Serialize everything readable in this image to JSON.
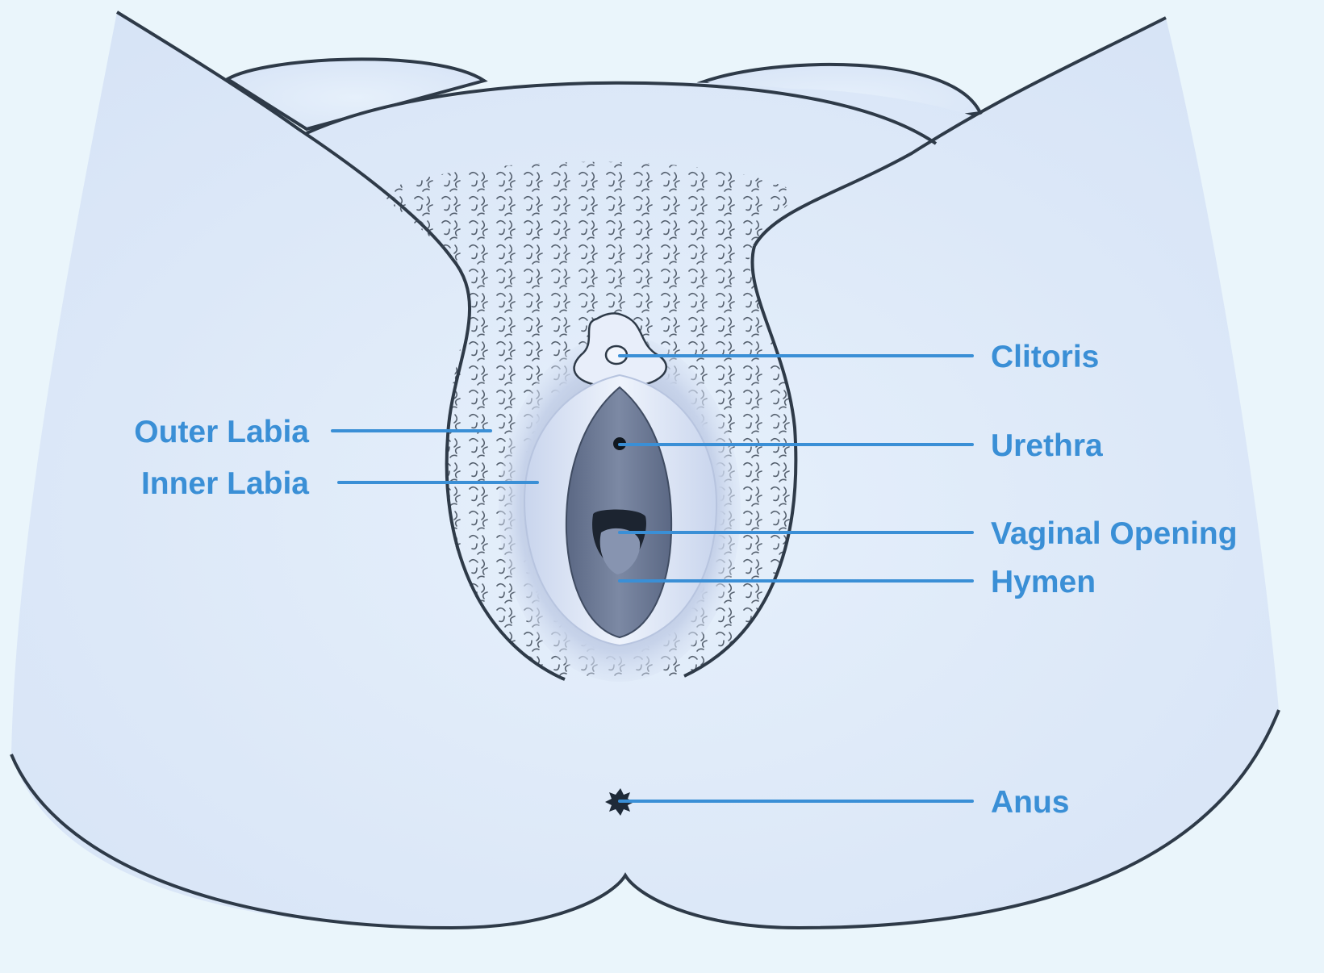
{
  "diagram": {
    "labels": {
      "clitoris": "Clitoris",
      "urethra": "Urethra",
      "vaginal_opening": "Vaginal Opening",
      "hymen": "Hymen",
      "anus": "Anus",
      "outer_labia": "Outer Labia",
      "inner_labia": "Inner Labia"
    },
    "colors": {
      "background": "#eaf5fb",
      "skin": "#dfe9f8",
      "outline": "#2e3a48",
      "label": "#3a8fd6",
      "leader_line": "#3a8fd6",
      "interior_dark": "#6e7c96"
    }
  }
}
